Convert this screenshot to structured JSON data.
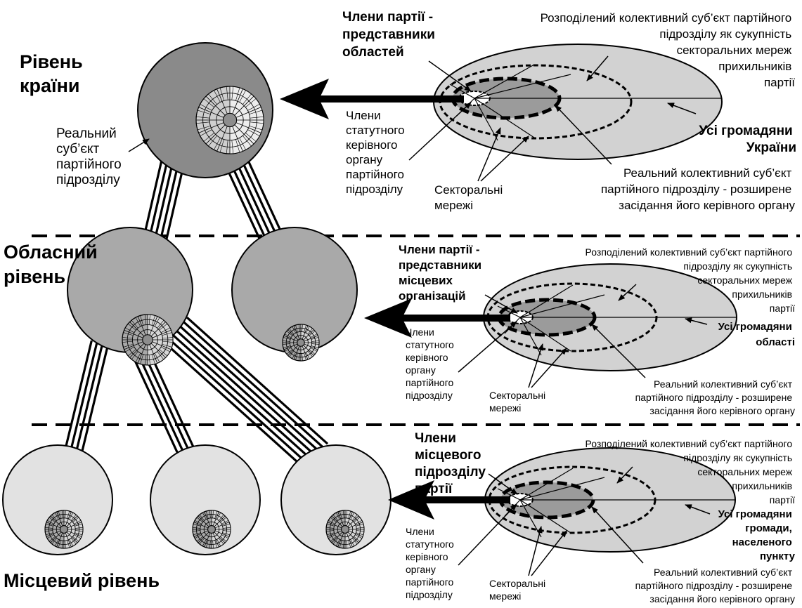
{
  "levels": {
    "country": [
      "Рівень",
      "країни"
    ],
    "regional": [
      "Обласний",
      "рівень"
    ],
    "local": [
      "Місцевий рівень"
    ]
  },
  "left_note": [
    "Реальний",
    "суб’єкт",
    "партійного",
    "підрозділу"
  ],
  "panels": [
    {
      "id": "country",
      "members_title": [
        "Члени партії -",
        "представники",
        "областей"
      ],
      "distributed": [
        "Розподілений колективний суб’єкт партійного",
        "підрозділу як сукупність",
        "секторальних мереж",
        "прихильників",
        "партії"
      ],
      "all_citizens": [
        "Усі громадяни",
        "України"
      ],
      "statutory": [
        "Члени",
        "статутного",
        "керівного",
        "органу",
        "партійного",
        "підрозділу"
      ],
      "sectoral": [
        "Секторальні",
        "мережі"
      ],
      "real_collective": [
        "Реальний колективний суб’єкт",
        "партійного підрозділу  - розширене",
        "засідання його керівного органу"
      ]
    },
    {
      "id": "regional",
      "members_title": [
        "Члени партії -",
        "представники",
        "місцевих",
        "організацій"
      ],
      "distributed": [
        "Розподілений колективний суб’єкт партійного",
        "підрозділу як сукупність",
        "секторальних мереж",
        "прихильників",
        "партії"
      ],
      "all_citizens": [
        "Усі громадяни",
        "області"
      ],
      "statutory": [
        "Члени",
        "статутного",
        "керівного",
        "органу",
        "партійного",
        "підрозділу"
      ],
      "sectoral": [
        "Секторальні",
        "мережі"
      ],
      "real_collective": [
        "Реальний колективний суб’єкт",
        "партійного підрозділу  - розширене",
        "засідання його керівного органу"
      ]
    },
    {
      "id": "local",
      "members_title": [
        "Члени",
        "місцевого",
        "підрозділу",
        "партії"
      ],
      "distributed": [
        "Розподілений колективний суб’єкт партійного",
        "підрозділу як сукупність",
        "секторальних мереж",
        "прихильників",
        "партії"
      ],
      "all_citizens": [
        "Усі громадяни",
        "громади,",
        "населеного",
        "пункту"
      ],
      "statutory": [
        "Члени",
        "статутного",
        "керівного",
        "органу",
        "партійного",
        "підрозділу"
      ],
      "sectoral": [
        "Секторальні",
        "мережі"
      ],
      "real_collective": [
        "Реальний колективний суб’єкт",
        "партійного підрозділу  - розширене",
        "засідання його керівного органу"
      ]
    }
  ],
  "colors": {
    "country_circle": "#8a8a8a",
    "regional_circle": "#a9a9a9",
    "local_circle": "#e2e2e2",
    "outer_ellipse": "#d2d2d2",
    "inner_region": "#9b9b9b"
  }
}
